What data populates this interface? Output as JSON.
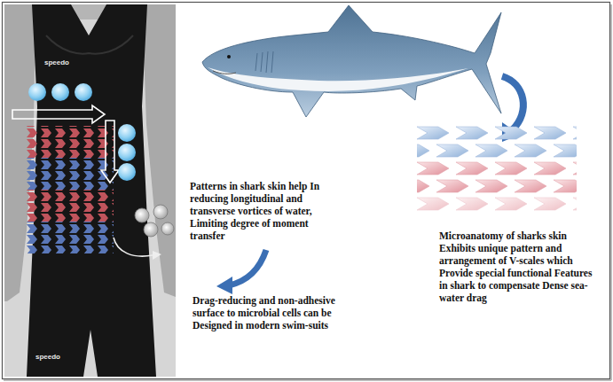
{
  "diagram": {
    "labels": [
      "speedo",
      "speedo",
      "Patterns in shark skin help In reducing longitudinal and transverse vortices of water, Limiting degree of moment transfer",
      "Microanatomy of sharks skin Exhibits unique pattern and arrangement of V-scales which Provide special functional Features in shark to compensate Dense sea-water drag",
      "Drag-reducing and non-adhesive surface to microbial cells can be Designed in modern swim-suits"
    ]
  }
}
